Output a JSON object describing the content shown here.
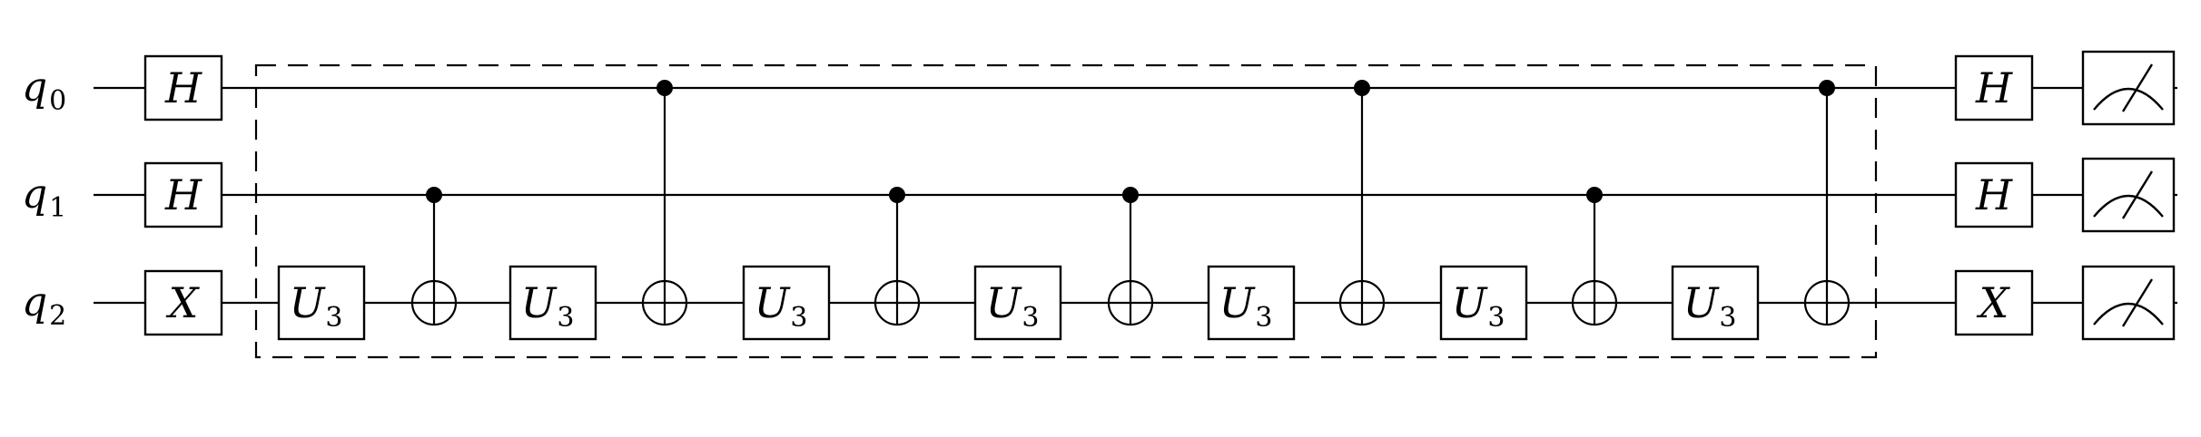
{
  "qubits": [
    {
      "label": "q",
      "sub": "0"
    },
    {
      "label": "q",
      "sub": "1"
    },
    {
      "label": "q",
      "sub": "2"
    }
  ],
  "initial_gates": [
    "H",
    "H",
    "X"
  ],
  "u_gate": {
    "label": "U",
    "sub": "3"
  },
  "cnots": [
    {
      "control": 1,
      "target": 2
    },
    {
      "control": 0,
      "target": 2
    },
    {
      "control": 1,
      "target": 2
    },
    {
      "control": 1,
      "target": 2
    },
    {
      "control": 0,
      "target": 2
    },
    {
      "control": 1,
      "target": 2
    },
    {
      "control": 0,
      "target": 2
    }
  ],
  "final_gates": [
    "H",
    "H",
    "X"
  ],
  "measurement": "meter-icon"
}
